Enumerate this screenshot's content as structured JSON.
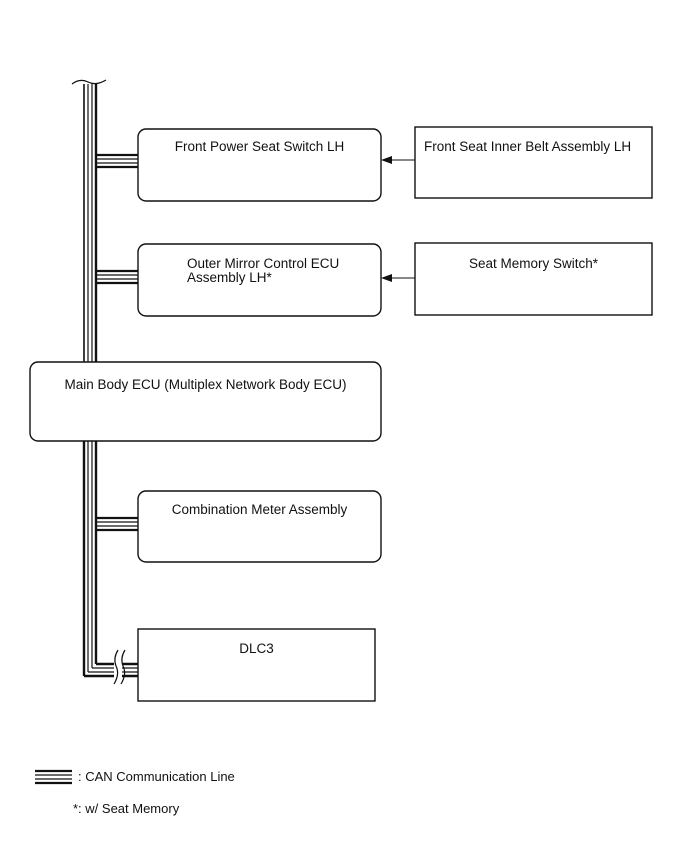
{
  "boxes": {
    "front_power_seat_switch": "Front Power Seat Switch LH",
    "front_seat_inner_belt": "Front Seat Inner Belt Assembly LH",
    "outer_mirror_control_ecu": "Outer Mirror Control ECU\nAssembly LH*",
    "seat_memory_switch": "Seat Memory Switch*",
    "main_body_ecu": "Main Body ECU (Multiplex Network Body ECU)",
    "combination_meter": "Combination Meter Assembly",
    "dlc3": "DLC3"
  },
  "legend": {
    "can_line": ": CAN Communication Line",
    "footnote": "*: w/ Seat Memory"
  }
}
